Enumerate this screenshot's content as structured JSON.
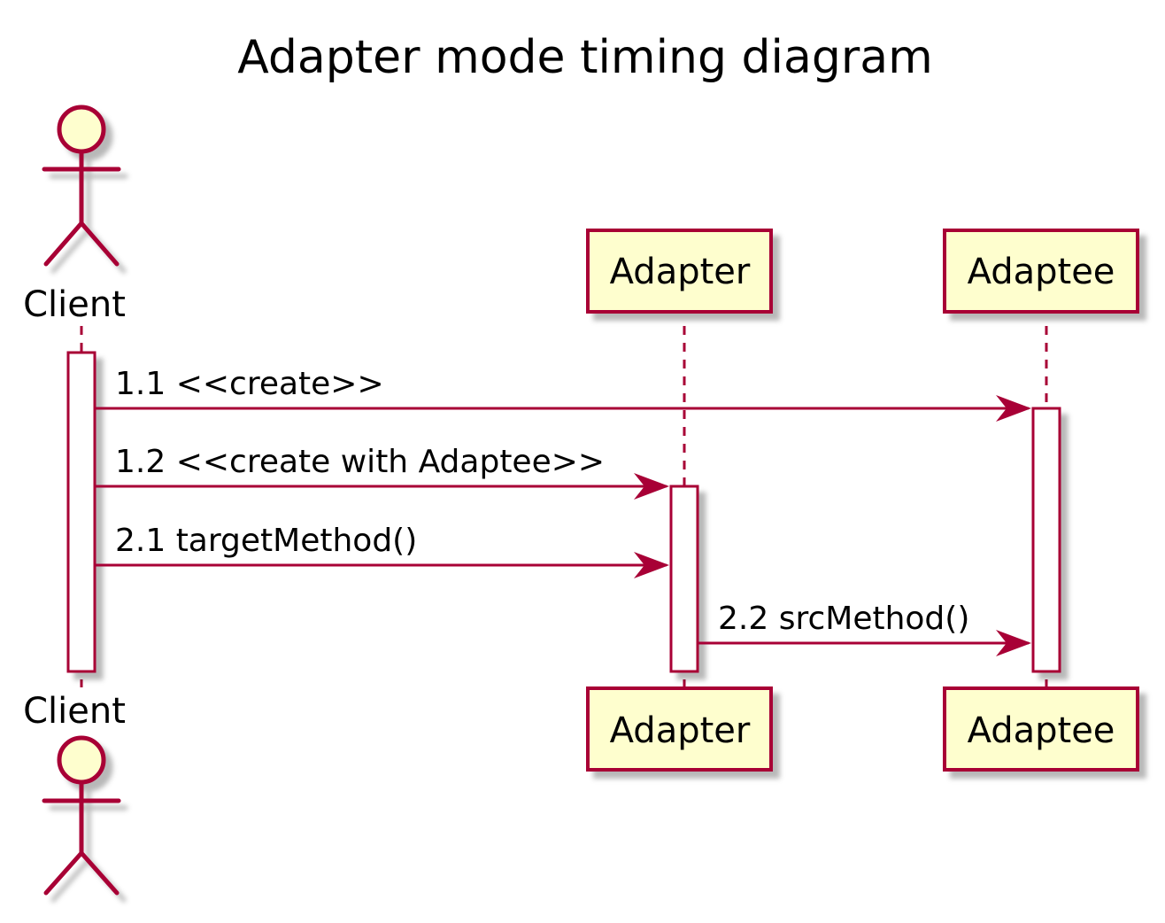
{
  "title": "Adapter mode timing diagram",
  "colors": {
    "stroke": "#A80036",
    "participant_fill": "#FEFECE",
    "activation_fill": "#FFFFFF",
    "shadow": "#C8C8C8",
    "text": "#000000",
    "background": "#FFFFFF"
  },
  "participants": [
    {
      "id": "client",
      "label": "Client",
      "kind": "actor"
    },
    {
      "id": "adapter",
      "label": "Adapter",
      "kind": "participant"
    },
    {
      "id": "adaptee",
      "label": "Adaptee",
      "kind": "participant"
    }
  ],
  "messages": [
    {
      "from": "client",
      "to": "adaptee",
      "label": "1.1 <<create>>"
    },
    {
      "from": "client",
      "to": "adapter",
      "label": "1.2 <<create with Adaptee>>"
    },
    {
      "from": "client",
      "to": "adapter",
      "label": "2.1 targetMethod()"
    },
    {
      "from": "adapter",
      "to": "adaptee",
      "label": "2.2 srcMethod()"
    }
  ]
}
